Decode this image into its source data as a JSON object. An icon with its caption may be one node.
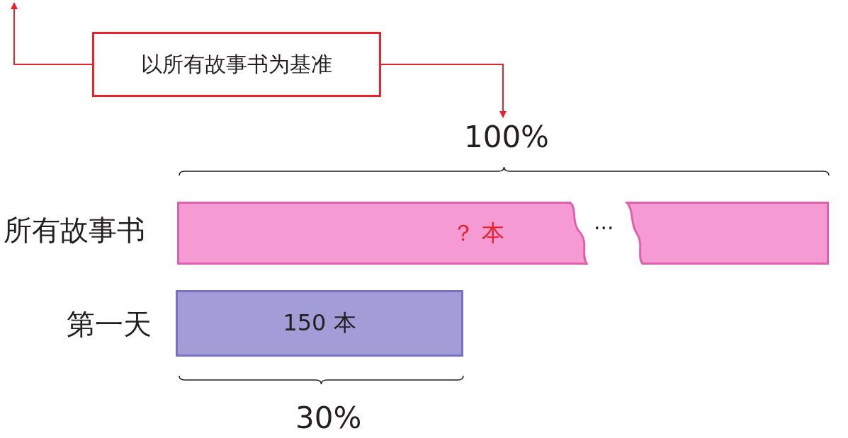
{
  "diagram": {
    "nodes": [
      {
        "text": [
          "以所有故事书为基准"
        ]
      },
      {
        "text": [
          "100%"
        ]
      },
      {
        "text": [
          "？ 本"
        ]
      },
      {
        "text": [
          "150 本"
        ]
      }
    ],
    "edges": [
      {
        "from": 0,
        "to": null,
        "arrow": "to"
      },
      {
        "from": 0,
        "to": 1,
        "arrow": "to"
      }
    ],
    "labels": [
      "所有故事书",
      "···",
      "第一天",
      "30%"
    ]
  }
}
